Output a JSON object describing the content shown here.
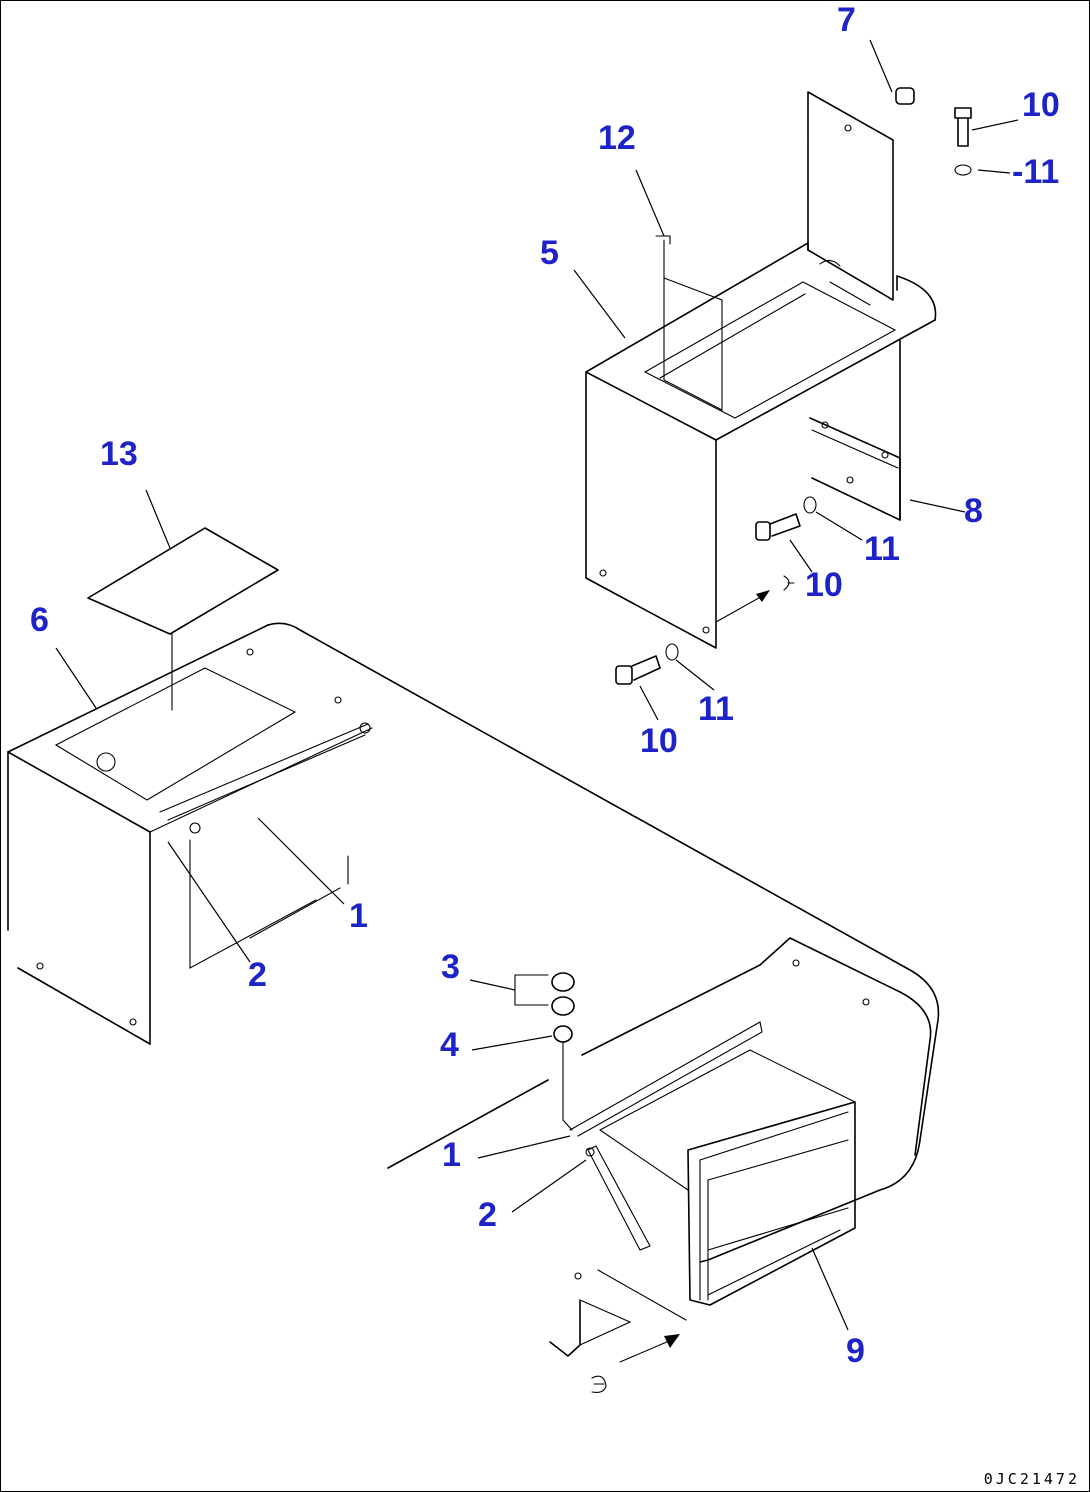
{
  "callouts": [
    {
      "id": "c7",
      "text": "7"
    },
    {
      "id": "c10a",
      "text": "10"
    },
    {
      "id": "c11a",
      "text": "-11"
    },
    {
      "id": "c12",
      "text": "12"
    },
    {
      "id": "c5",
      "text": "5"
    },
    {
      "id": "c13",
      "text": "13"
    },
    {
      "id": "c8",
      "text": "8"
    },
    {
      "id": "c11b",
      "text": "11"
    },
    {
      "id": "c10b",
      "text": "10"
    },
    {
      "id": "c11c",
      "text": "11"
    },
    {
      "id": "c10c",
      "text": "10"
    },
    {
      "id": "c6",
      "text": "6"
    },
    {
      "id": "c1a",
      "text": "1"
    },
    {
      "id": "c2a",
      "text": "2"
    },
    {
      "id": "c3",
      "text": "3"
    },
    {
      "id": "c4",
      "text": "4"
    },
    {
      "id": "c1b",
      "text": "1"
    },
    {
      "id": "c2b",
      "text": "2"
    },
    {
      "id": "c9",
      "text": "9"
    }
  ],
  "drawing_code": "0JC21472"
}
